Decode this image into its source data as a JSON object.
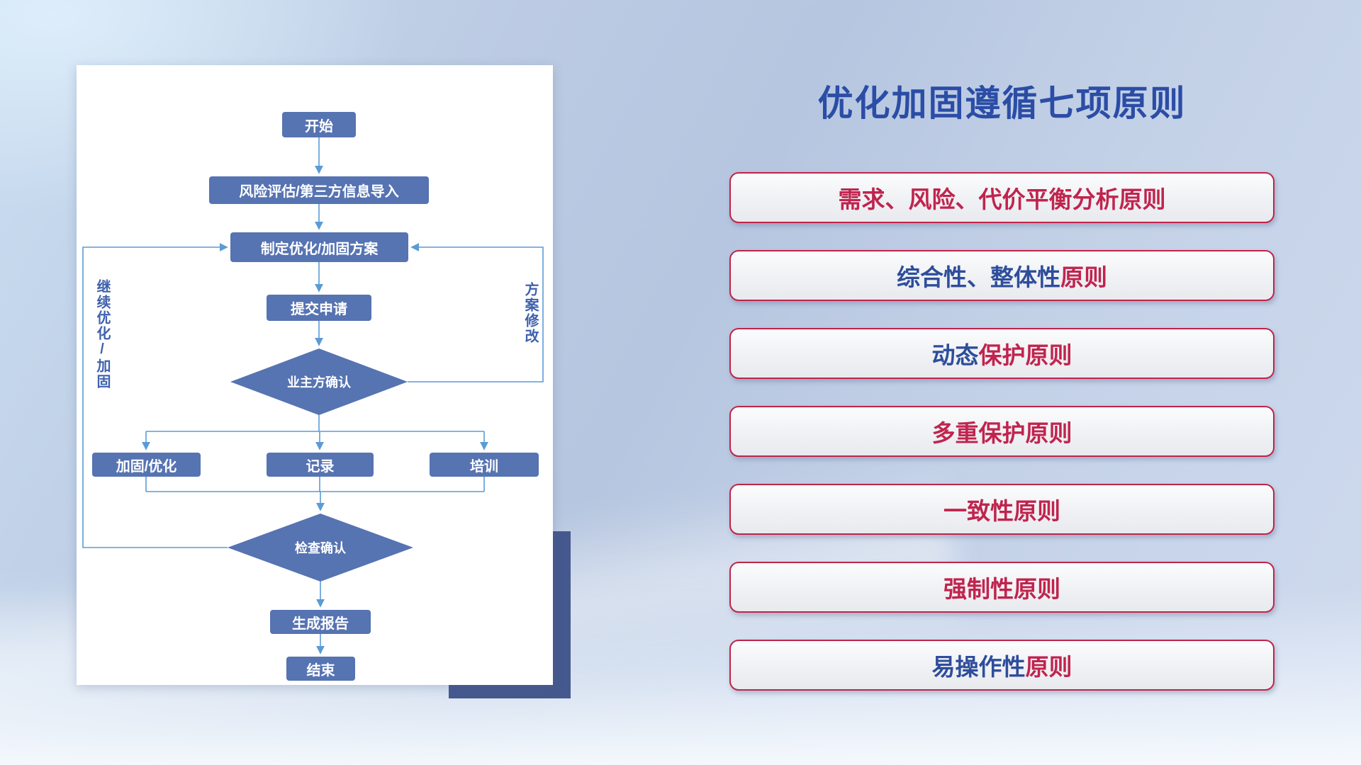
{
  "slide": {
    "title": "优化加固遵循七项原则"
  },
  "flowchart": {
    "nodes": {
      "start": "开始",
      "risk_import": "风险评估/第三方信息导入",
      "make_plan": "制定优化/加固方案",
      "submit": "提交申请",
      "owner_confirm": "业主方确认",
      "harden_optimize": "加固/优化",
      "record": "记录",
      "training": "培训",
      "check_confirm": "检查确认",
      "report": "生成报告",
      "end": "结束"
    },
    "edge_labels": {
      "continue_optimize": "继续优化/加固",
      "plan_revise": "方案修改"
    }
  },
  "principles": [
    {
      "segments": [
        {
          "text": "需求、风险、代价平衡分析原则",
          "color": "red"
        }
      ]
    },
    {
      "segments": [
        {
          "text": "综合性、整体性",
          "color": "blue"
        },
        {
          "text": "原则",
          "color": "red"
        }
      ]
    },
    {
      "segments": [
        {
          "text": "动态",
          "color": "blue"
        },
        {
          "text": "保护原则",
          "color": "red"
        }
      ]
    },
    {
      "segments": [
        {
          "text": "多重保护原则",
          "color": "red"
        }
      ]
    },
    {
      "segments": [
        {
          "text": "一致性原则",
          "color": "red"
        }
      ]
    },
    {
      "segments": [
        {
          "text": "强制性原则",
          "color": "red"
        }
      ]
    },
    {
      "segments": [
        {
          "text": "易操作性",
          "color": "blue"
        },
        {
          "text": "原则",
          "color": "red"
        }
      ]
    }
  ],
  "colors": {
    "principle_red": "#c0244e",
    "principle_blue": "#2e4d9b",
    "title_blue": "#2b4da6",
    "node_fill": "#5673b2",
    "connector": "#5b9bd5",
    "card_shadow": "#46598e"
  }
}
